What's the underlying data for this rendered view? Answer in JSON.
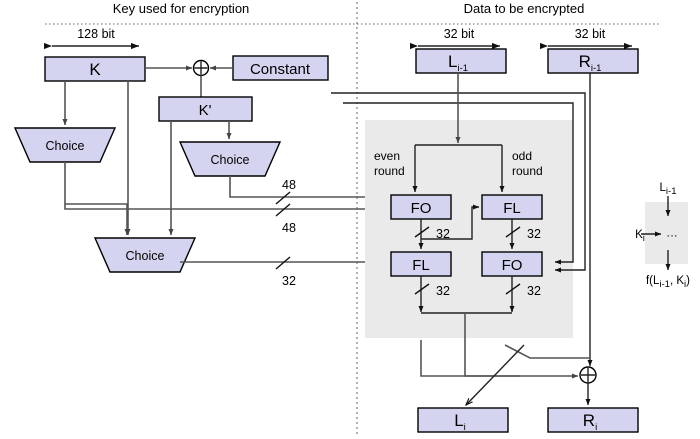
{
  "figure": {
    "sections": {
      "left_title": "Key used for encryption",
      "right_title": "Data to be encrypted"
    },
    "dimensions": {
      "key_width": "128 bit",
      "left_half": "32 bit",
      "right_half": "32 bit"
    },
    "key_schedule": {
      "key_box": "K",
      "constant_box": "Constant",
      "kprime_box": "K'",
      "choice_left": "Choice",
      "choice_mid": "Choice",
      "choice_bottom": "Choice",
      "xor_symbol": "⊕"
    },
    "data_path": {
      "left_input": "L",
      "left_input_sub": "i-1",
      "right_input": "R",
      "right_input_sub": "i-1",
      "left_output": "L",
      "left_output_sub": "i",
      "right_output": "R",
      "right_output_sub": "i",
      "xor_symbol": "⊕"
    },
    "round_block": {
      "even_round_line1": "even",
      "even_round_line2": "round",
      "odd_round_line1": "odd",
      "odd_round_line2": "round",
      "fo_top_left": "FO",
      "fl_top_right": "FL",
      "fl_bottom_left": "FL",
      "fo_bottom_right": "FO"
    },
    "bus_labels": {
      "key_to_fo_upper": "48",
      "key_to_fo_lower": "48",
      "key_to_fl": "32",
      "fo_out_left": "32",
      "fl_out_right": "32",
      "fl_out_left": "32",
      "fo_out_right": "32"
    },
    "legend": {
      "input_label": "L",
      "input_sub": "i-1",
      "key_label": "K",
      "key_sub": "i",
      "body_glyph": "···",
      "output_prefix": "f(L",
      "output_sub1": "i-1",
      "output_mid": ", K",
      "output_sub2": "i",
      "output_suffix": ")"
    },
    "colors": {
      "box_fill": "#d4d4f0",
      "box_stroke": "#000000",
      "round_block_bg": "#eaeaea",
      "wire": "#555555",
      "background": "#ffffff"
    }
  }
}
